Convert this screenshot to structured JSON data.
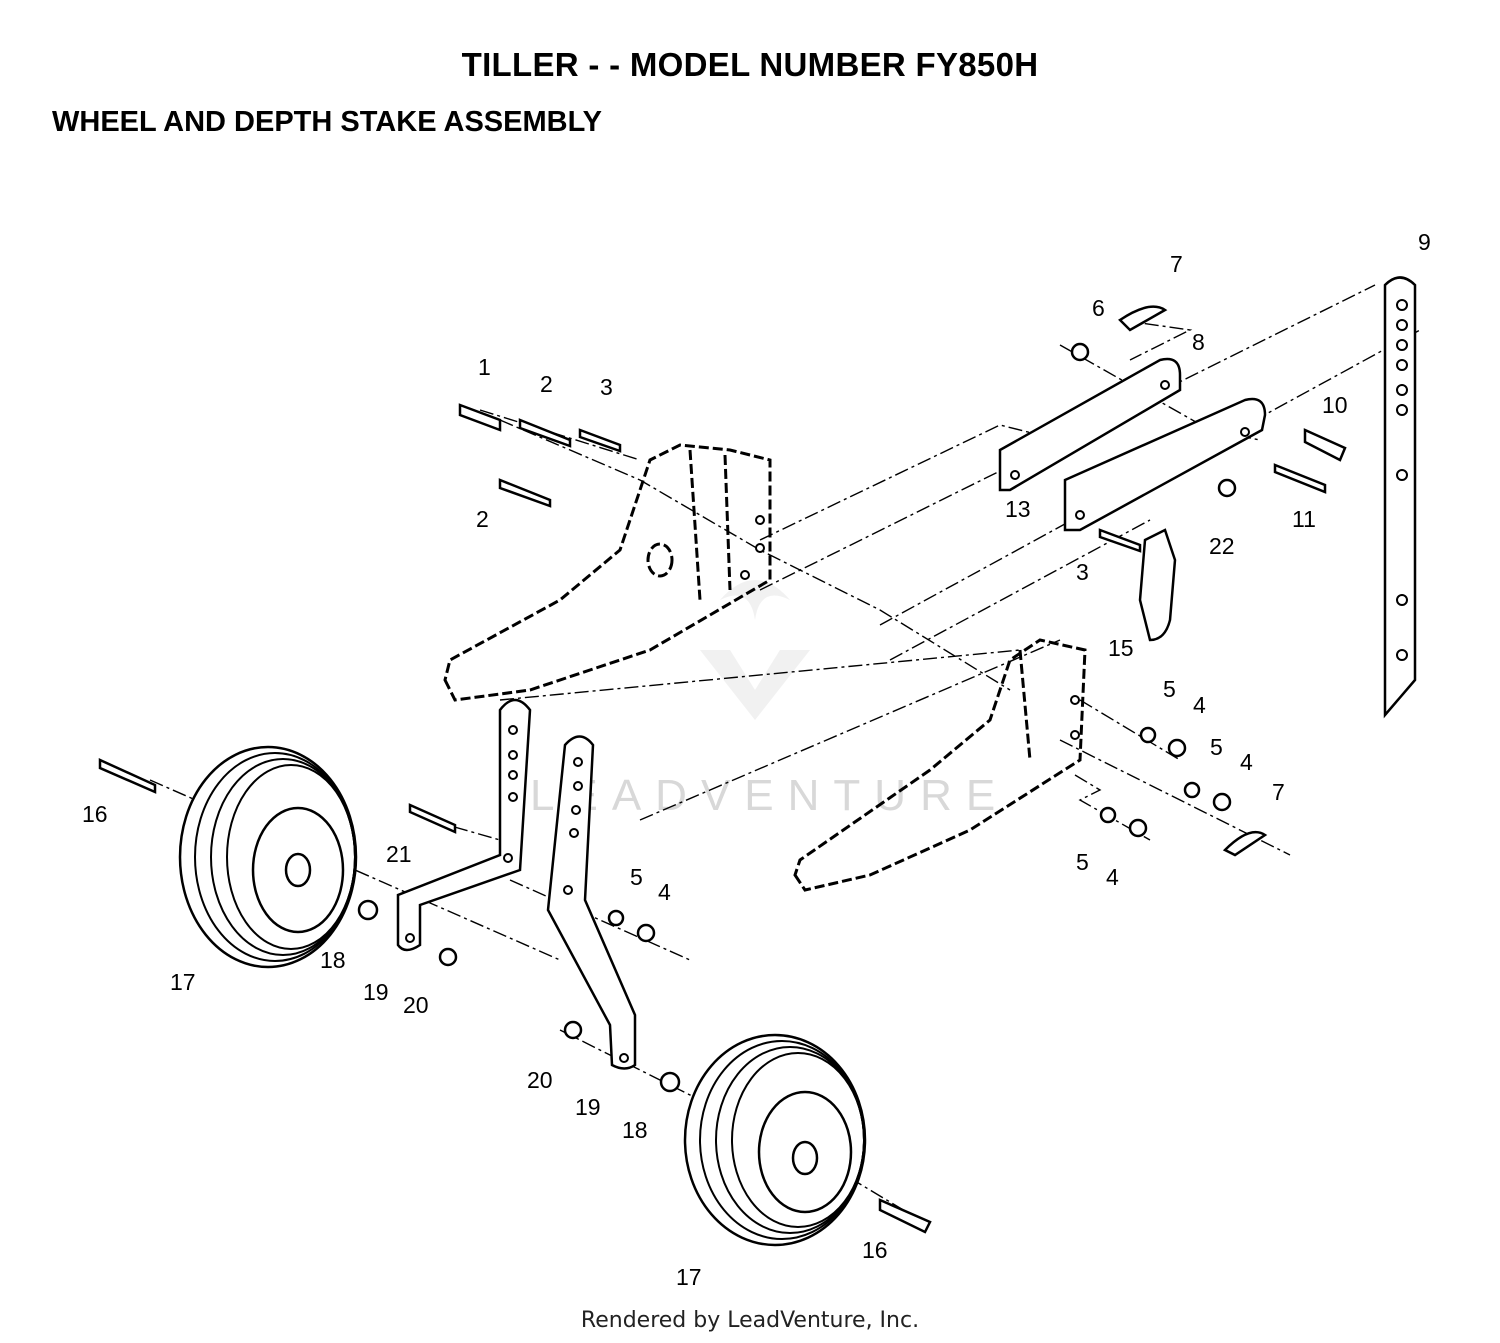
{
  "header": {
    "title": "TILLER - - MODEL NUMBER FY850H",
    "subtitle": "WHEEL AND DEPTH STAKE ASSEMBLY"
  },
  "callouts": {
    "c1": "1",
    "c2a": "2",
    "c2b": "2",
    "c3a": "3",
    "c3b": "3",
    "c4a": "4",
    "c4b": "4",
    "c4c": "4",
    "c4d": "4",
    "c5a": "5",
    "c5b": "5",
    "c5c": "5",
    "c5d": "5",
    "c6": "6",
    "c7a": "7",
    "c7b": "7",
    "c8": "8",
    "c9": "9",
    "c10": "10",
    "c11": "11",
    "c13": "13",
    "c15": "15",
    "c16a": "16",
    "c16b": "16",
    "c17a": "17",
    "c17b": "17",
    "c18a": "18",
    "c18b": "18",
    "c19a": "19",
    "c19b": "19",
    "c20a": "20",
    "c20b": "20",
    "c21": "21",
    "c22": "22"
  },
  "watermark": "LEADVENTURE",
  "footer": "Rendered by LeadVenture, Inc."
}
